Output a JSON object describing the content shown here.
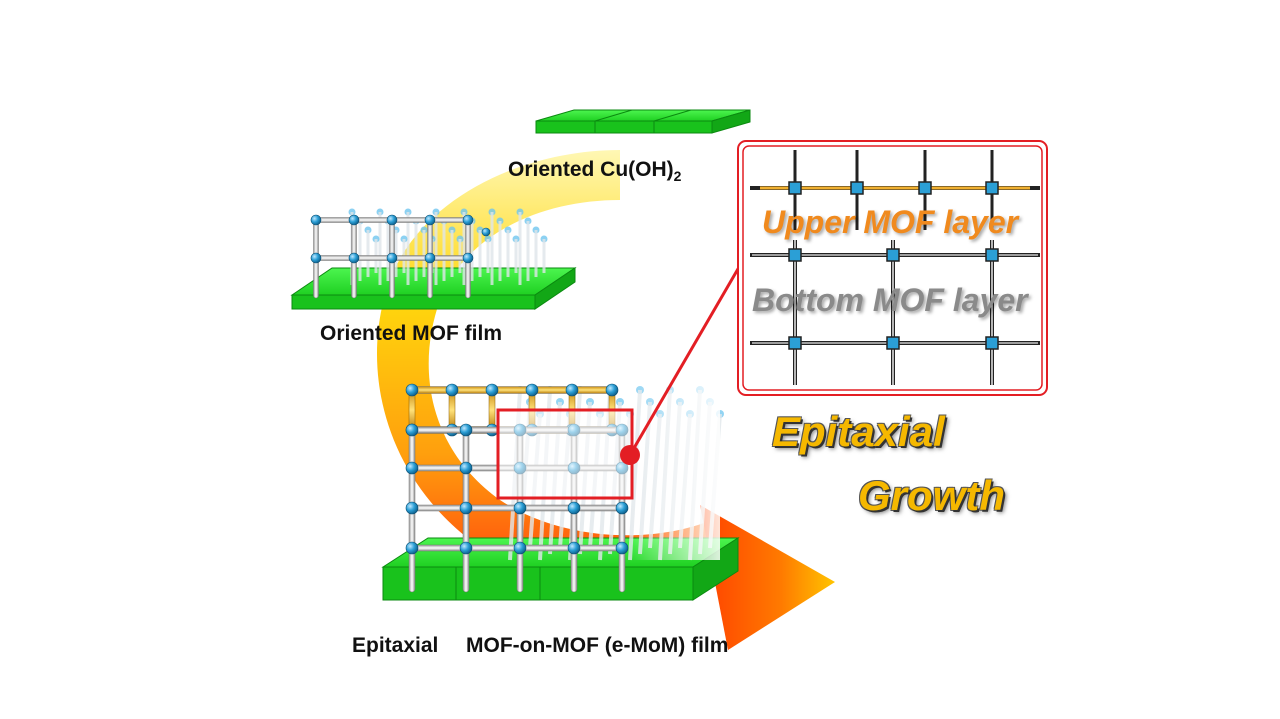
{
  "labels": {
    "cu_oh2_prefix": "Oriented Cu(OH)",
    "cu_oh2_sub": "2",
    "oriented_mof_film": "Oriented MOF film",
    "emom_epitaxial": "Epitaxial",
    "emom_rest": "MOF-on-MOF (e-MoM) film",
    "upper_layer": "Upper MOF layer",
    "bottom_layer": "Bottom MOF layer",
    "growth_word1": "Epitaxial",
    "growth_word2": "Growth"
  },
  "colors": {
    "substrate_green": "#22e02a",
    "node_blue": "#2b9fd6",
    "upper_layer_orange": "#f08a1e",
    "bottom_layer_gray": "#8a8a8a",
    "highlight_red": "#e31e24",
    "growth_yellow": "#f5b800"
  }
}
